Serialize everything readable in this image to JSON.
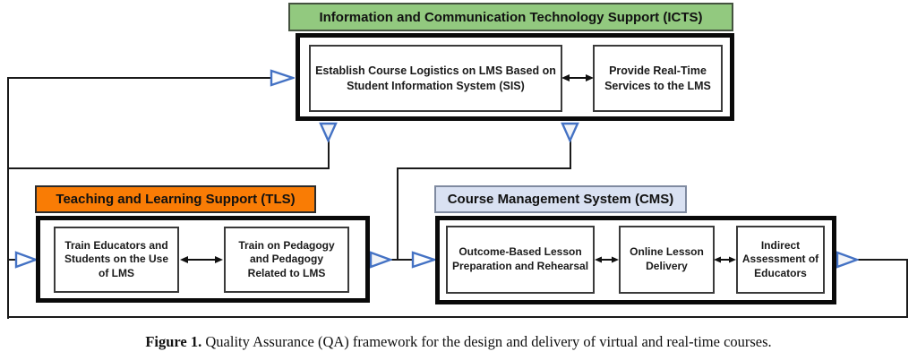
{
  "groups": {
    "icts": {
      "title": "Information and Communication Technology Support (ICTS)",
      "header_color": "#92C97F",
      "boxes": [
        "Establish Course Logistics on LMS Based on Student Information System (SIS)",
        "Provide Real-Time Services to the LMS"
      ]
    },
    "tls": {
      "title": "Teaching and Learning Support (TLS)",
      "header_color": "#F97C05",
      "boxes": [
        "Train Educators and Students on the Use of LMS",
        "Train on Pedagogy and Pedagogy Related to LMS"
      ]
    },
    "cms": {
      "title": "Course Management System (CMS)",
      "header_color": "#D9E1F2",
      "boxes": [
        "Outcome-Based Lesson Preparation and Rehearsal",
        "Online Lesson Delivery",
        "Indirect Assessment of Educators"
      ]
    }
  },
  "edges": [
    {
      "from": "ICTS",
      "to": "TLS",
      "style": "open-blue-arrow"
    },
    {
      "from": "ICTS",
      "to": "CMS",
      "style": "open-blue-arrow"
    },
    {
      "from": "TLS",
      "to": "CMS",
      "style": "open-blue-arrow"
    },
    {
      "from": "CMS",
      "to": "ICTS",
      "style": "feedback-loop-open-blue-arrow"
    }
  ],
  "colors": {
    "arrow_outline": "#4472C4",
    "arrow_fill": "#fcfdfe",
    "line": "#1a1a1a",
    "outer_box_border": "#0a0a0a"
  },
  "caption": {
    "label": "Figure 1.",
    "text": " Quality Assurance (QA) framework for the design and delivery of virtual and real-time courses."
  }
}
